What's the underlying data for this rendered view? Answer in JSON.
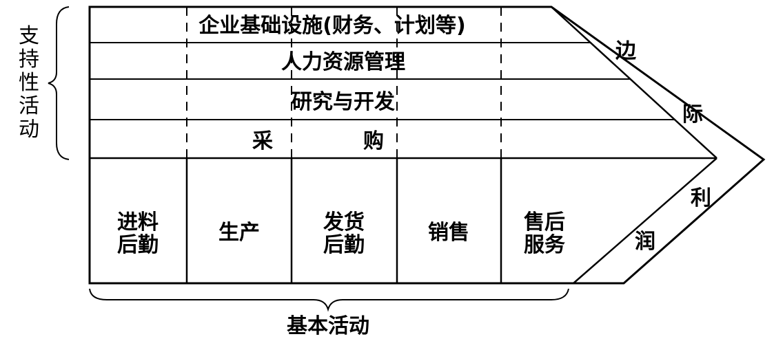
{
  "support_label": [
    "支",
    "持",
    "性",
    "活",
    "动"
  ],
  "primary_label": "基本活动",
  "support_rows": {
    "infrastructure": "企业基础设施(财务、计划等)",
    "hr": "人力资源管理",
    "rnd": "研究与开发",
    "procurement": [
      "采",
      "购"
    ]
  },
  "primary_activities": [
    [
      "进料",
      "后勤"
    ],
    [
      "生产"
    ],
    [
      "发货",
      "后勤"
    ],
    [
      "销售"
    ],
    [
      "售后",
      "服务"
    ]
  ],
  "margin_label": [
    "边",
    "际",
    "利",
    "润"
  ]
}
